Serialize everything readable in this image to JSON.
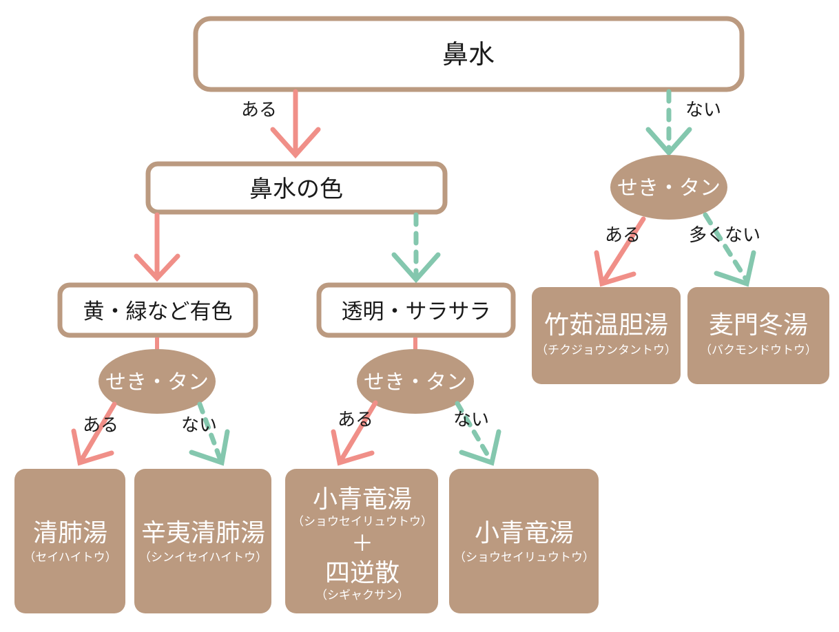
{
  "colors": {
    "box_border": "#bb9a80",
    "leaf_fill": "#bb9a80",
    "ellipse_fill": "#bb9a80",
    "yes_arrow": "#f08f88",
    "no_arrow": "#84c7ae",
    "text": "#1a1a1a",
    "leaf_text": "#ffffff"
  },
  "root": {
    "label": "鼻水"
  },
  "edges": {
    "root_yes": "ある",
    "root_no": "ない",
    "right_yes": "ある",
    "right_no": "多くない",
    "left1_yes": "ある",
    "left1_no": "ない",
    "left2_yes": "ある",
    "left2_no": "ない"
  },
  "color_node": {
    "label": "鼻水の色"
  },
  "colored_node": {
    "label": "黄・緑など有色"
  },
  "clear_node": {
    "label": "透明・サラサラ"
  },
  "cough_nodes": {
    "right": "せき・タン",
    "left1": "せき・タン",
    "left2": "せき・タン"
  },
  "leaves": {
    "chikujo": {
      "name": "竹茹温胆湯",
      "reading": "（チクジョウンタントウ）"
    },
    "bakumondo": {
      "name": "麦門冬湯",
      "reading": "（バクモンドウトウ）"
    },
    "seihai": {
      "name": "清肺湯",
      "reading": "（セイハイトウ）"
    },
    "shini": {
      "name": "辛夷清肺湯",
      "reading": "（シンイセイハイトウ）"
    },
    "combo": {
      "name1": "小青竜湯",
      "reading1": "（ショウセイリュウトウ）",
      "plus": "＋",
      "name2": "四逆散",
      "reading2": "（シギャクサン）"
    },
    "shoseiryu": {
      "name": "小青竜湯",
      "reading": "（ショウセイリュウトウ）"
    }
  }
}
